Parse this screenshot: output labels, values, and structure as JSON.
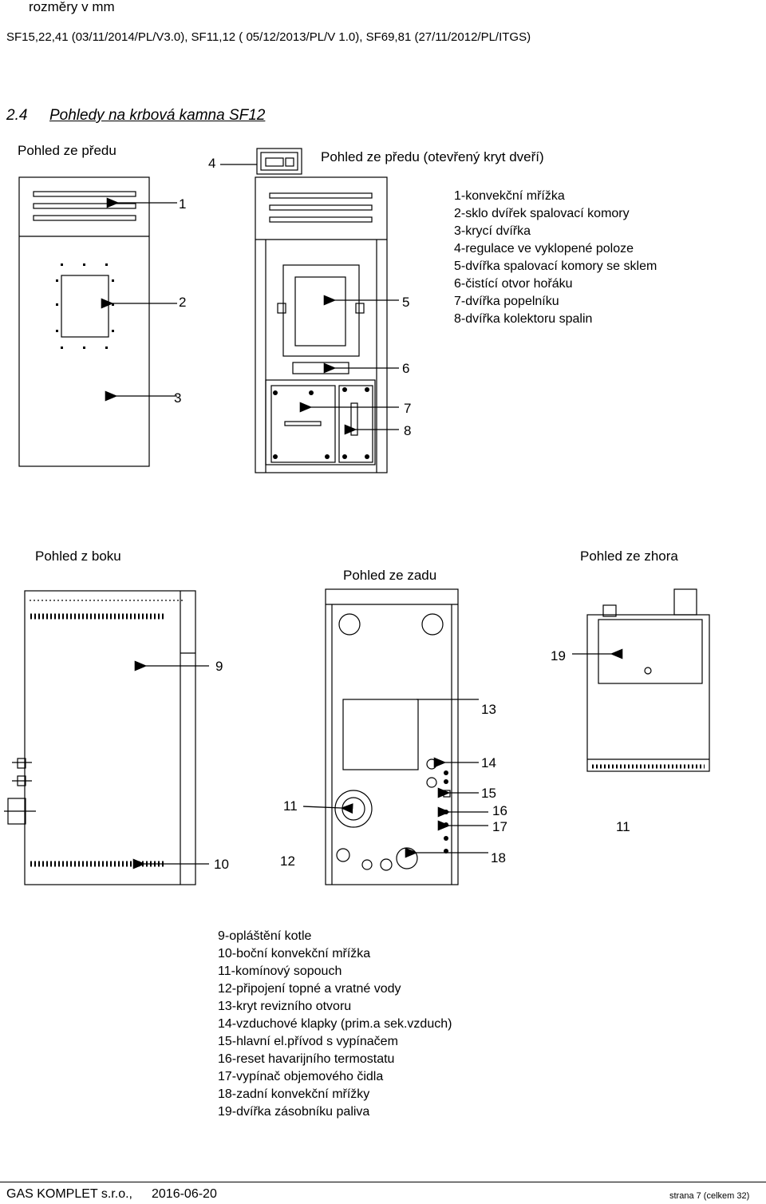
{
  "header": {
    "units": "rozměry v mm",
    "versions": "SF15,22,41 (03/11/2014/PL/V3.0), SF11,12 ( 05/12/2013/PL/V 1.0),  SF69,81 (27/11/2012/PL/ITGS)"
  },
  "section": {
    "number": "2.4",
    "title": "Pohledy na krbová kamna SF12"
  },
  "views": {
    "front": "Pohled ze předu",
    "front_open": "Pohled ze předu (otevřený kryt dveří)",
    "side": "Pohled z boku",
    "back": "Pohled ze zadu",
    "top": "Pohled ze zhora"
  },
  "callouts": {
    "n1": "1",
    "n2": "2",
    "n3": "3",
    "n4": "4",
    "n5": "5",
    "n6": "6",
    "n7": "7",
    "n8": "8",
    "n9": "9",
    "n10": "10",
    "n11a": "11",
    "n11b": "11",
    "n12": "12",
    "n13": "13",
    "n14": "14",
    "n15": "15",
    "n16": "16",
    "n17": "17",
    "n18": "18",
    "n19": "19"
  },
  "legend_front": [
    "1-konvekční mřížka",
    "2-sklo dvířek spalovací komory",
    "3-krycí dvířka",
    "4-regulace ve vyklopené poloze",
    "5-dvířka spalovací komory se sklem",
    "6-čistící otvor hořáku",
    "7-dvířka popelníku",
    "8-dvířka kolektoru spalin"
  ],
  "legend_back": [
    "9-opláštění kotle",
    "10-boční konvekční mřížka",
    "11-komínový sopouch",
    "12-připojení topné a vratné vody",
    "13-kryt revizního otvoru",
    "14-vzduchové klapky (prim.a sek.vzduch)",
    "15-hlavní el.přívod s vypínačem",
    "16-reset havarijního termostatu",
    "17-vypínač objemového čidla",
    "18-zadní konvekční mřížky",
    "19-dvířka zásobníku paliva"
  ],
  "footer": {
    "company": "GAS KOMPLET s.r.o.,",
    "date": "2016-06-20",
    "page": "strana 7 (celkem 32)"
  }
}
